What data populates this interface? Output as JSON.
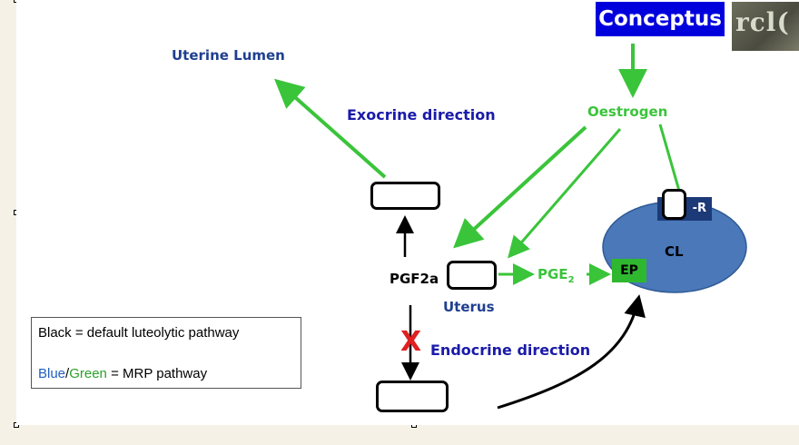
{
  "diagram": {
    "conceptus": "Conceptus",
    "uterine_lumen": "Uterine Lumen",
    "exocrine_direction": "Exocrine direction",
    "oestrogen": "Oestrogen",
    "pgf2a": "PGF2a",
    "pge2_main": "PGE",
    "pge2_sub": "2",
    "uterus": "Uterus",
    "endocrine_direction": "Endocrine direction",
    "cl": "CL",
    "ep": "EP",
    "receptor": "-R",
    "blocked_mark": "X"
  },
  "legend": {
    "line1": "Black = default luteolytic pathway",
    "line2_blue": "Blue",
    "line2_sep": "/",
    "line2_green": "Green",
    "line2_rest": " = MRP pathway"
  },
  "colors": {
    "mrp_green": "#3ac43a",
    "label_blue": "#1f3f8f",
    "cl_blue": "#4a78b8",
    "conceptus_bg": "#0000dd",
    "block_red": "#e02020"
  }
}
